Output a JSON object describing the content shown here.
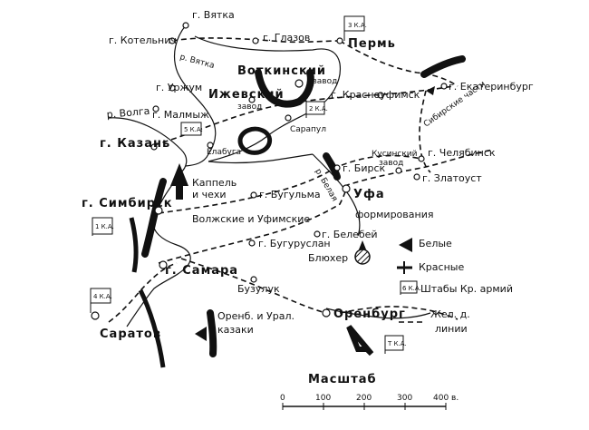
{
  "cities": {
    "vyatka": "г. Вятка",
    "kotelnich": "г. Котельнич",
    "glazov": "г. Глазов",
    "perm": "Пермь",
    "urzhum": "г. Уржум",
    "izhevsky_zavod": "Ижевский",
    "izhevsky_zavod2": "завод",
    "votkinsky": "Воткинский",
    "votkinsky2": "завод",
    "malmyzh": "г. Малмыж",
    "kazan": "г. Казань",
    "elabuga": "Елабуга",
    "sarapul": "Сарапул",
    "krasnoufimsk": "г. Красноуфимск",
    "ekaterinburg": "г. Екатеринбург",
    "kusinsky": "Кусинский",
    "kusinsky2": "завод",
    "chelyabinsk": "г. Челябинск",
    "birsk": "г. Бирск",
    "zlatoust": "г. Златоуст",
    "simbirsk": "г. Симбирск",
    "bugulma": "г. Бугульма",
    "ufa": "Уфа",
    "belebey": "г. Белебей",
    "buguruslan": "г. Бугуруслан",
    "samara": "г. Самара",
    "buzuluk": "Бузулук",
    "orenburg": "Оренбург",
    "saratov": "Саратов"
  },
  "rivers": {
    "vyatka": "р. Вятка",
    "volga": "р. Волга",
    "belaya": "р. Белая"
  },
  "units": {
    "kappel": "Каппель",
    "chekhi": "и чехи",
    "volzhskie": "Волжские и Уфимские",
    "formirovaniya": "формирования",
    "bluher": "Блюхер",
    "sibirskie": "Сибирские части",
    "orenb": "Оренб. и Урал.",
    "kazaki": "казаки"
  },
  "army_flags": {
    "a3": "3 К.А.",
    "a2": "2 К.А.",
    "a5": "5 К.А.",
    "a1": "1 К.А.",
    "a4": "4 К.А.",
    "a1t": "Т К.А."
  },
  "legend": {
    "white": "Белые",
    "red": "Красные",
    "hq": "Штабы Кр. армий",
    "hq_flag": "6 К.А.",
    "rail1": "Жел. д.",
    "rail2": "линии"
  },
  "scale": {
    "title": "Масштаб",
    "ticks": [
      "0",
      "100",
      "200",
      "300",
      "400 в."
    ]
  }
}
